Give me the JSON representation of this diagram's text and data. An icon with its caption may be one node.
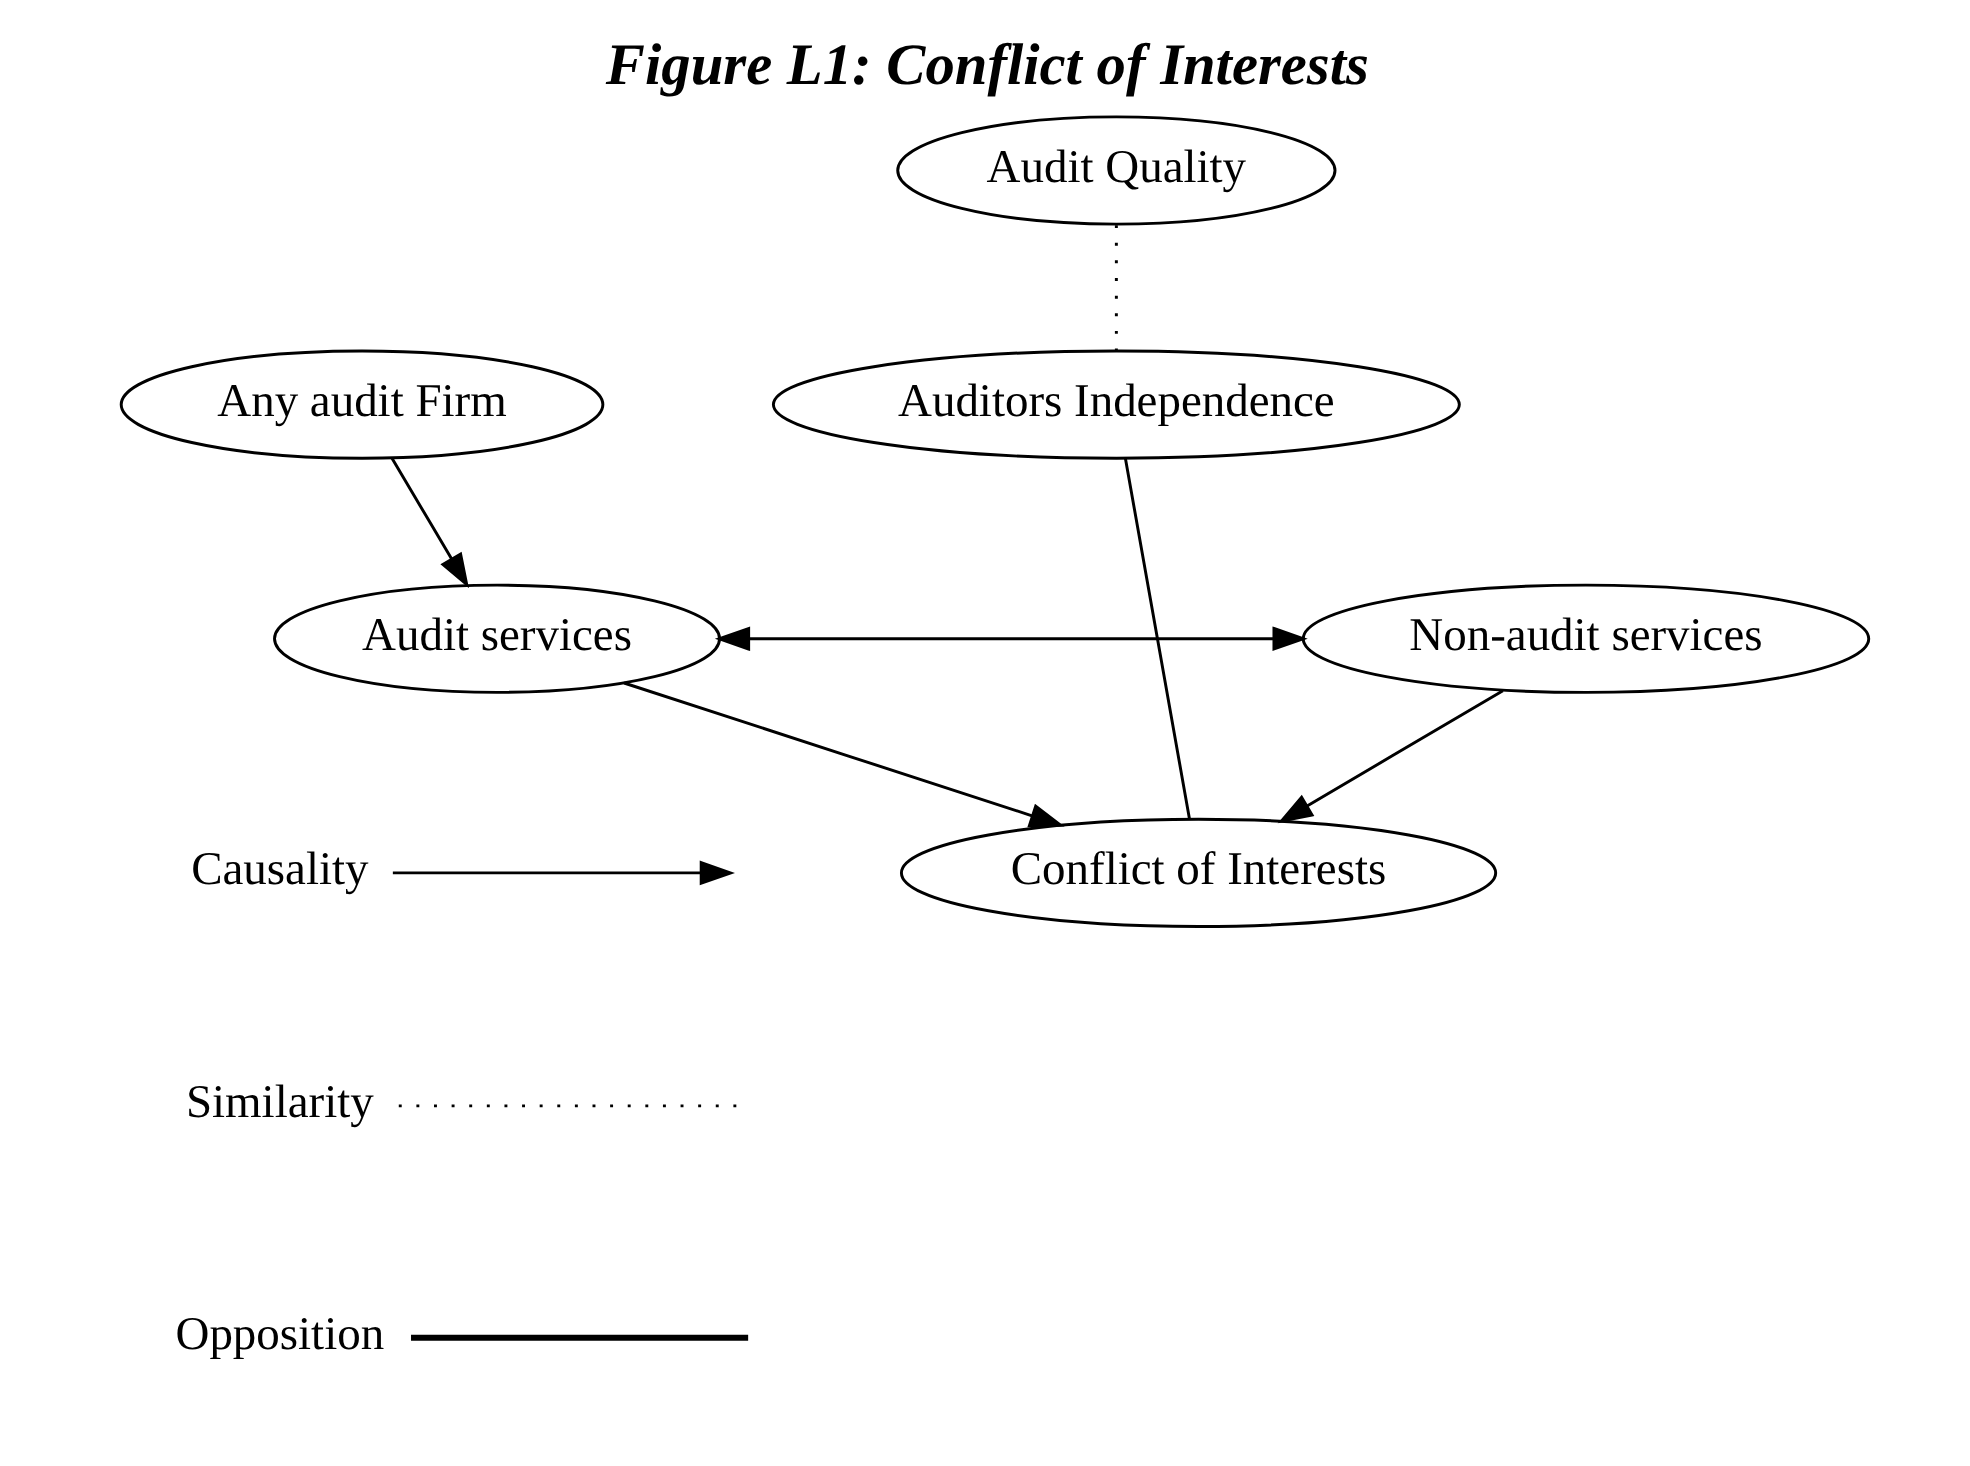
{
  "diagram": {
    "title": "Figure L1: Conflict of Interests",
    "nodes": [
      {
        "text": [
          "Audit Quality"
        ]
      },
      {
        "text": [
          "Auditors Independence"
        ]
      },
      {
        "text": [
          "Any audit Firm"
        ]
      },
      {
        "text": [
          "Conflict of Interests"
        ]
      },
      {
        "text": [
          "Audit services"
        ]
      },
      {
        "text": [
          "Non-audit services"
        ]
      }
    ],
    "edges": [
      {
        "from": 0,
        "to": 1,
        "arrow": "none",
        "style": "dashed"
      },
      {
        "from": 1,
        "to": 3,
        "arrow": "none"
      },
      {
        "from": 2,
        "to": 4,
        "arrow": "to"
      },
      {
        "from": 4,
        "to": 3,
        "arrow": "to"
      },
      {
        "from": 5,
        "to": 3,
        "arrow": "to"
      },
      {
        "from": 4,
        "to": 5,
        "arrow": "both"
      }
    ],
    "legend": [
      {
        "text": "Causality"
      },
      {
        "text": "Similarity"
      },
      {
        "text": "Opposition"
      }
    ]
  }
}
